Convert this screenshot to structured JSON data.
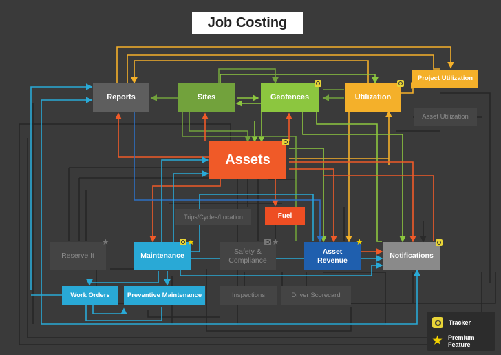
{
  "title": "Job Costing",
  "nodes": {
    "reports": "Reports",
    "sites": "Sites",
    "geofences": "Geofences",
    "utilization": "Utilization",
    "project_utilization": "Project Utilization",
    "asset_utilization": "Asset Utilization",
    "assets": "Assets",
    "trips": "Trips/Cycles/Location",
    "fuel": "Fuel",
    "reserve_it": "Reserve It",
    "maintenance": "Maintenance",
    "safety": "Safety &\nCompliance",
    "asset_revenue": "Asset\nRevenue",
    "notifications": "Notifications",
    "work_orders": "Work Orders",
    "preventive_maintenance": "Preventive Maintenance",
    "inspections": "Inspections",
    "driver_scorecard": "Driver Scorecard"
  },
  "legend": {
    "tracker": "Tracker",
    "premium": "Premium Feature"
  },
  "icons": {
    "tracker": "tracker-icon",
    "premium": "star-icon"
  },
  "colors": {
    "background": "#3a3a3a",
    "reports": "#5e5e5e",
    "sites": "#72a23c",
    "geofences": "#8cc63f",
    "utilization": "#f4b02a",
    "assets": "#f05a28",
    "fuel": "#ee4e23",
    "maintenance": "#29a9d6",
    "asset_revenue": "#1f5fae",
    "notifications": "#8a8a8a",
    "badge": "#e8d437"
  }
}
